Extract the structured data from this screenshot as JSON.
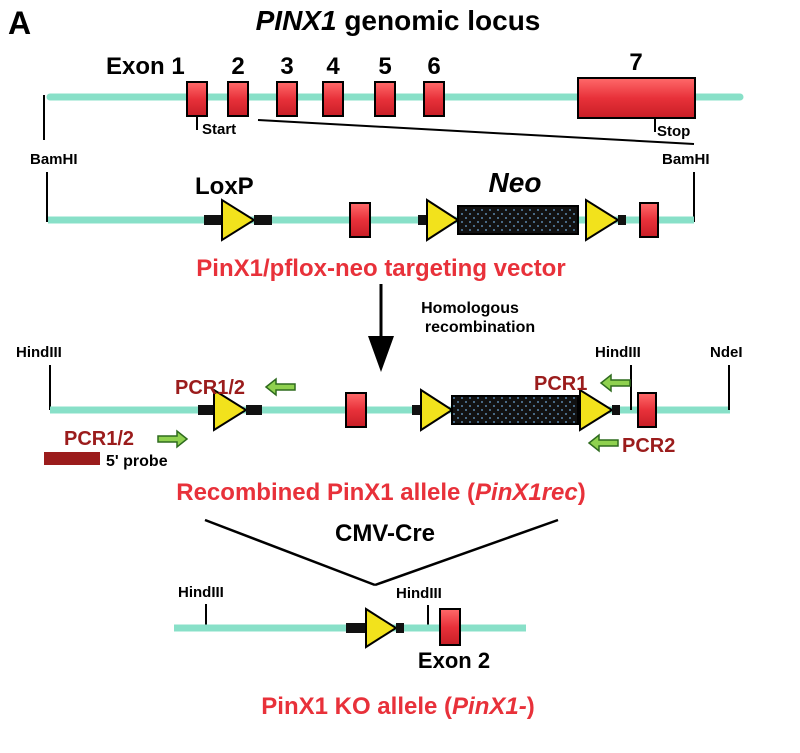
{
  "panel_letter": "A",
  "title": {
    "italic": "PINX1",
    "rest": " genomic locus"
  },
  "exon_labels": [
    "Exon 1",
    "2",
    "3",
    "4",
    "5",
    "6",
    "7"
  ],
  "start_label": "Start",
  "stop_label": "Stop",
  "bamhi": "BamHI",
  "loxp_label": "LoxP",
  "neo_label": "Neo",
  "vector_label": "PinX1/pflox-neo targeting vector",
  "homologous": [
    "Homologous",
    "recombination"
  ],
  "hindiii": "HindIII",
  "ndei": "NdeI",
  "pcr12": "PCR1/2",
  "pcr1": "PCR1",
  "pcr2": "PCR2",
  "probe_label": "5' probe",
  "recombined": {
    "prefix": "Recombined PinX1 allele (",
    "italic": "PinX1rec",
    "suffix": ")"
  },
  "cmv_cre": "CMV-Cre",
  "exon2_label": "Exon 2",
  "ko": {
    "prefix": "PinX1 KO allele (",
    "italic": "PinX1-",
    "suffix": ")"
  },
  "colors": {
    "dna": "#88e0c8",
    "exon": "#e8313a",
    "loxp": "#f2e21c",
    "label_red": "#e8313a",
    "label_dark_red": "#9b1c1c",
    "arrow_green": "#8fd14f"
  }
}
